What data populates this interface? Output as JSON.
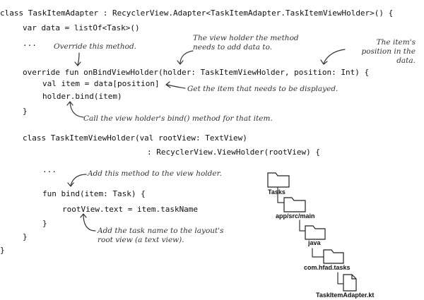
{
  "code": {
    "l1": "class TaskItemAdapter : RecyclerView.Adapter<TaskItemAdapter.TaskItemViewHolder>() {",
    "l2": "var data = listOf<Task>()",
    "l3": "...",
    "l4": "override fun onBindViewHolder(holder: TaskItemViewHolder, position: Int) {",
    "l5": "val item = data[position]",
    "l6": "holder.bind(item)",
    "l7": "}",
    "l8": "class TaskItemViewHolder(val rootView: TextView)",
    "l9": ": RecyclerView.ViewHolder(rootView) {",
    "l10": "...",
    "l11": "fun bind(item: Task) {",
    "l12": "rootView.text = item.taskName",
    "l13": "}",
    "l14": "}",
    "l15": "}"
  },
  "notes": {
    "override": "Override this method.",
    "holder": "The view holder the method needs to add data to.",
    "position": "The item's position in the data.",
    "getitem": "Get the item that needs to be displayed.",
    "callbind": "Call the view holder's bind() method for that item.",
    "addmethod": "Add this method to the view holder.",
    "addname": "Add the task name to the layout's root view (a text view)."
  },
  "tree": {
    "tasks": "Tasks",
    "appsrc": "app/src/main",
    "java": "java",
    "package": "com.hfad.tasks",
    "file": "TaskItemAdapter.kt"
  }
}
